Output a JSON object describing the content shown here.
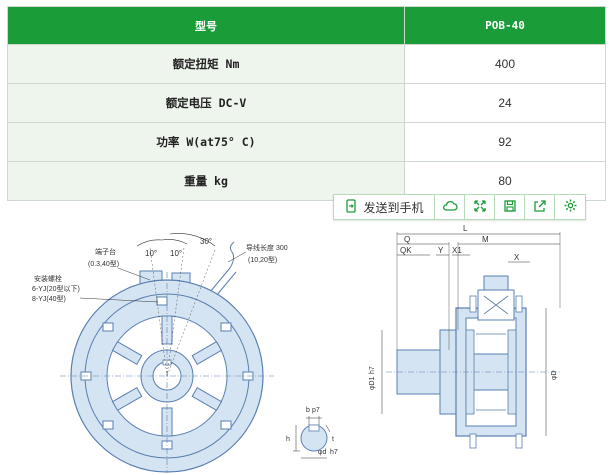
{
  "table": {
    "header": {
      "label": "型号",
      "value": "POB-40"
    },
    "rows": [
      {
        "label": "额定扭矩 Nm",
        "value": "400"
      },
      {
        "label": "额定电压 DC-V",
        "value": "24"
      },
      {
        "label": "功率 W(at75° C)",
        "value": "92"
      },
      {
        "label": "重量 kg",
        "value": "80"
      }
    ]
  },
  "toolbar": {
    "send_label": "发送到手机",
    "icons": [
      "send-phone-icon",
      "cloud-icon",
      "expand-icon",
      "save-icon",
      "share-icon",
      "settings-icon"
    ]
  },
  "front_view": {
    "terminal_label": "端子台",
    "terminal_note": "(0.3,40型)",
    "bolt_label": "安装螺栓",
    "bolt_note_1": "6-YJ(20型以下)",
    "bolt_note_2": "8-YJ(40型)",
    "lead_label": "导线长度 300",
    "lead_note": "(10,20型)",
    "angle_1": "10°",
    "angle_2": "10°",
    "angle_3": "30°"
  },
  "keyway": {
    "width": "b",
    "width_tol": "p7",
    "height": "h",
    "depth": "t",
    "diameter": "φd",
    "diameter_tol": "h7"
  },
  "side_view": {
    "L": "L",
    "M": "M",
    "Q": "Q",
    "QK": "QK",
    "Y": "Y",
    "X1": "X1",
    "X": "X",
    "D1": "φD1",
    "D1_tol": "h7",
    "D": "φD"
  },
  "colors": {
    "header_green": "#1a9c38",
    "label_bg": "#eef5ec",
    "drawing_blue": "#5a7fb0",
    "drawing_fill": "#d5e4f2"
  }
}
